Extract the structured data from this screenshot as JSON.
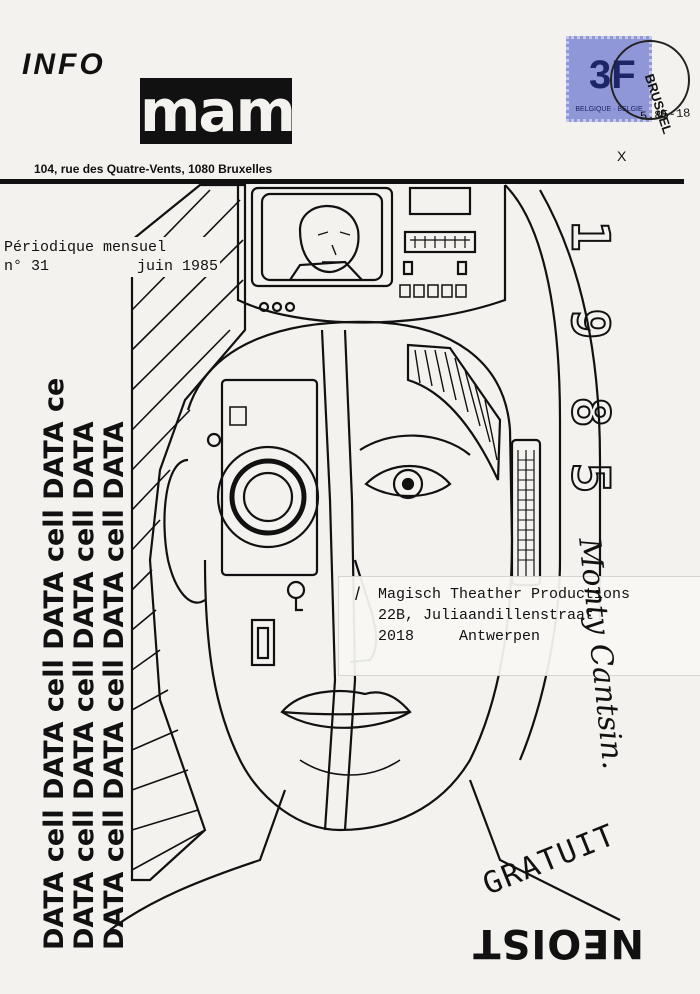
{
  "masthead": {
    "info_label": "INFO",
    "logo_text": "mam",
    "address": "104, rue des Quatre-Vents, 1080 Bruxelles"
  },
  "issue": {
    "periodicity": "Périodique mensuel",
    "number": "n° 31",
    "date": "juin 1985"
  },
  "side_title": {
    "lines": [
      "DATA cell DATA cell DATA cell DATA ce",
      "DATA cell DATA cell DATA cell DATA",
      "DATA cell DATA cell DATA cell DATA"
    ]
  },
  "stamp": {
    "value": "3F",
    "country": "BELGIQUE · BELGIE",
    "postmark_city": "BRUSSEL",
    "postmark_date": "5.85-18",
    "postmark_mark": "X"
  },
  "recipient": {
    "name": "Magisch Theather Productions",
    "street": "22B, Juliaandillenstraat",
    "postcode": "2018",
    "city": "Antwerpen"
  },
  "year_digits": [
    "1",
    "9",
    "8",
    "5"
  ],
  "signature": "Monty Cantsin.",
  "footer": {
    "price": "GRATUIT",
    "movement": "NEOIST"
  },
  "colors": {
    "paper": "#f3f2ee",
    "ink": "#111111",
    "stamp": "#8f97d8"
  }
}
